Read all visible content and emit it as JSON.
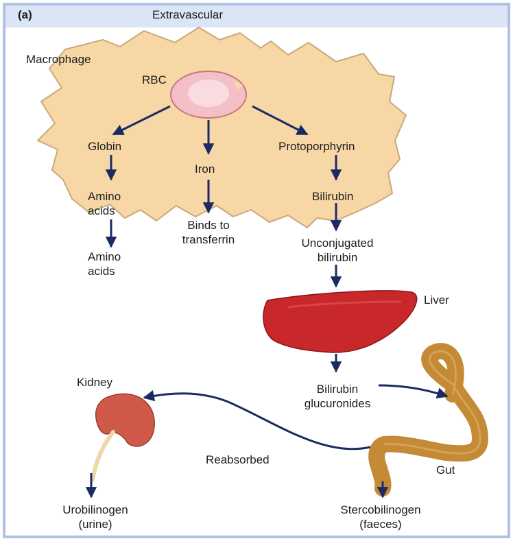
{
  "panel_label": "(a)",
  "header": "Extravascular",
  "labels": {
    "macrophage": "Macrophage",
    "rbc": "RBC",
    "globin": "Globin",
    "iron": "Iron",
    "protoporphyrin": "Protoporphyrin",
    "amino_acids_inside": "Amino\nacids",
    "bilirubin": "Bilirubin",
    "binds_to_transferrin": "Binds to\ntransferrin",
    "amino_acids_outside": "Amino\nacids",
    "unconjugated_bilirubin": "Unconjugated\nbilirubin",
    "liver": "Liver",
    "kidney": "Kidney",
    "bilirubin_glucuronides": "Bilirubin\nglucuronides",
    "reabsorbed": "Reabsorbed",
    "gut": "Gut",
    "urobilinogen": "Urobilinogen\n(urine)",
    "stercobilinogen": "Stercobilinogen\n(faeces)"
  },
  "colors": {
    "frame": "#aec2e6",
    "macrophage_fill": "#f7d7a5",
    "macrophage_edge": "#c9a97a",
    "rbc_fill": "#f4bfc6",
    "rbc_edge": "#c4787f",
    "liver_fill": "#c8282a",
    "kidney_fill": "#cf5a4a",
    "gut_fill": "#c58a35",
    "arrow": "#1b2a63"
  }
}
